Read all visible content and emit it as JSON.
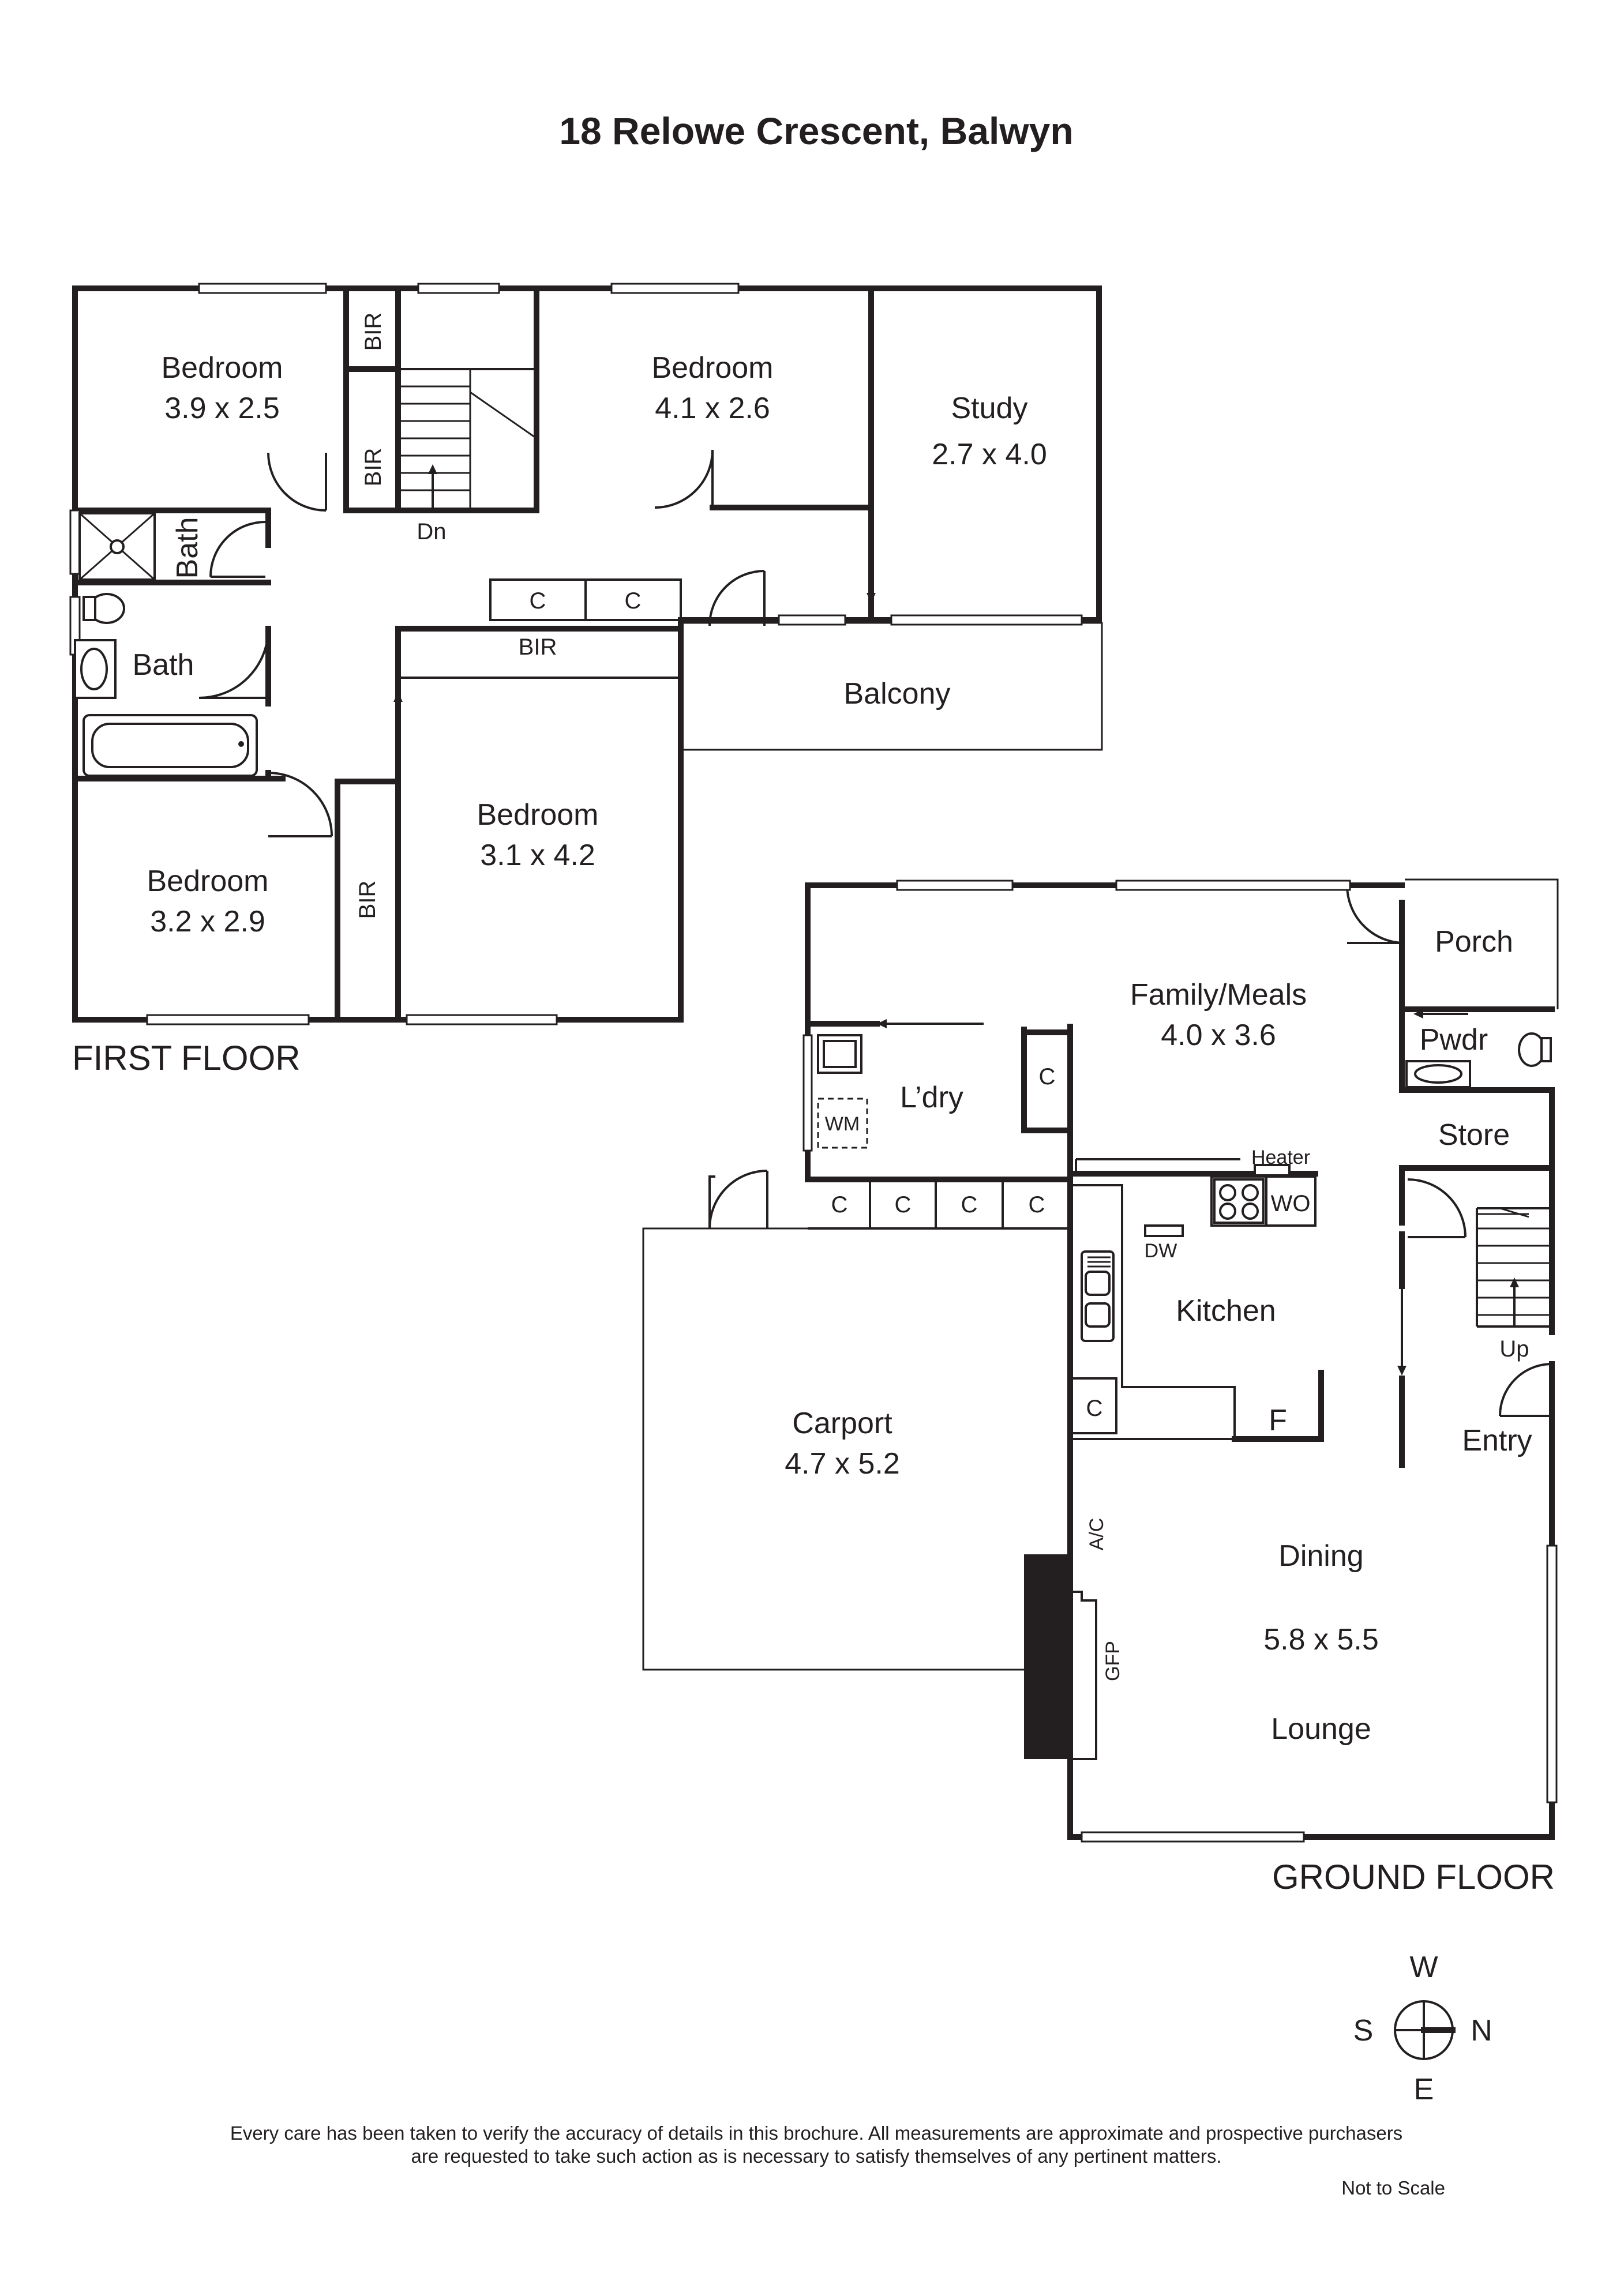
{
  "title": "18 Relowe Crescent, Balwyn",
  "first_floor": {
    "label": "FIRST FLOOR",
    "bedroom_nw": {
      "name": "Bedroom",
      "size": "3.9 x 2.5"
    },
    "bedroom_n": {
      "name": "Bedroom",
      "size": "4.1 x 2.6"
    },
    "study": {
      "name": "Study",
      "size": "2.7 x 4.0"
    },
    "bedroom_sw": {
      "name": "Bedroom",
      "size": "3.2 x 2.9"
    },
    "bedroom_s": {
      "name": "Bedroom",
      "size": "3.1 x 4.2"
    },
    "balcony": "Balcony",
    "bath_ensuite": "Bath",
    "bath_main": "Bath",
    "bir_top": "BIR",
    "bir_mid": "BIR",
    "bir_bed3": "BIR",
    "bir_bed4": "BIR",
    "cupboard_1": "C",
    "cupboard_2": "C",
    "stair_label": "Dn"
  },
  "ground_floor": {
    "label": "GROUND FLOOR",
    "family_meals": {
      "name": "Family/Meals",
      "size": "4.0 x 3.6"
    },
    "laundry": "L’dry",
    "washing_machine": "WM",
    "laundry_cupboard": "C",
    "porch": "Porch",
    "powder": "Pwdr",
    "store": "Store",
    "heater": "Heater",
    "wall_oven": "WO",
    "dishwasher": "DW",
    "kitchen": "Kitchen",
    "kitchen_cupboard": "C",
    "fridge": "F",
    "carport": {
      "name": "Carport",
      "size": "4.7 x 5.2"
    },
    "carport_cupboards": [
      "C",
      "C",
      "C",
      "C"
    ],
    "stair_label": "Up",
    "entry": "Entry",
    "air_con": "A/C",
    "gas_fire": "GFP",
    "dining": "Dining",
    "dining_lounge_size": "5.8 x 5.5",
    "lounge": "Lounge"
  },
  "compass": {
    "west": "W",
    "north": "N",
    "east": "E",
    "south": "S"
  },
  "disclaimer_line1": "Every care has been taken to verify the accuracy of details in this brochure. All measurements are approximate and prospective purchasers",
  "disclaimer_line2": "are requested to take such action as is necessary to satisfy themselves of any pertinent matters.",
  "scale_note": "Not to Scale"
}
